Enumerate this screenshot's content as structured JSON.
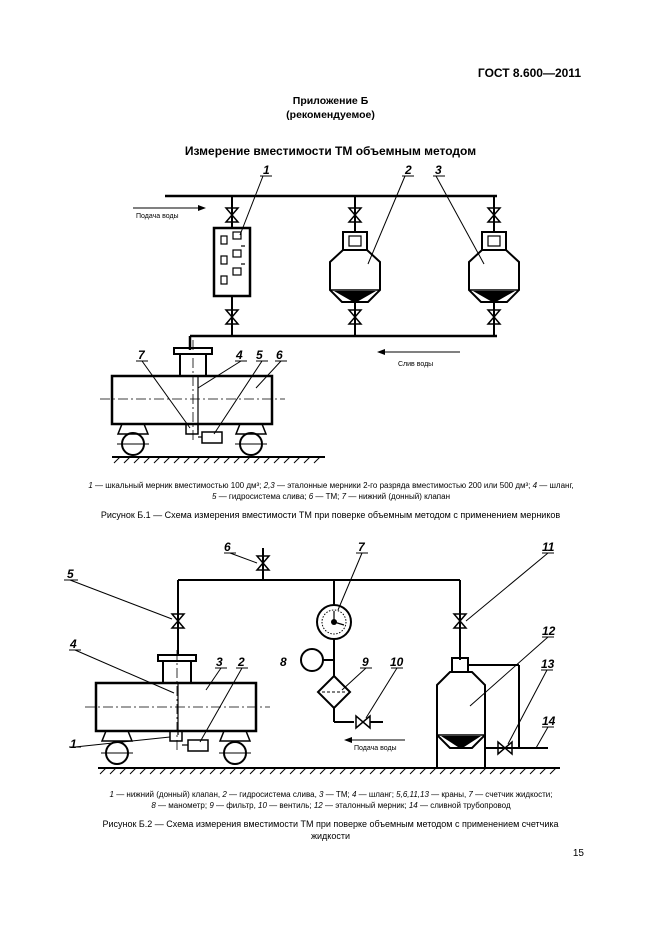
{
  "header": {
    "standard": "ГОСТ 8.600—2011"
  },
  "appendix": {
    "line1": "Приложение Б",
    "line2": "(рекомендуемое)"
  },
  "title": "Измерение вместимости ТМ объемным методом",
  "figure1": {
    "labels": [
      "1",
      "2",
      "3",
      "4",
      "5",
      "6",
      "7"
    ],
    "water_supply": "Подача воды",
    "water_drain": "Слив воды",
    "legend_line1": [
      {
        "n": "1",
        "t": " — шкальный мерник вместимостью 100 дм³; "
      },
      {
        "n": "2,3",
        "t": " — эталонные мерники 2-го разряда вместимостью 200 или 500 дм³; "
      },
      {
        "n": "4",
        "t": " — шланг,"
      }
    ],
    "legend_line2": [
      {
        "n": "5",
        "t": " — гидросистема слива; "
      },
      {
        "n": "6",
        "t": " — ТМ; "
      },
      {
        "n": "7",
        "t": " — нижний (донный) клапан"
      }
    ],
    "caption": "Рисунок Б.1 — Схема измерения вместимости ТМ при поверке объемным методом с применением мерников"
  },
  "figure2": {
    "labels": [
      "1",
      "2",
      "3",
      "4",
      "5",
      "6",
      "7",
      "8",
      "9",
      "10",
      "11",
      "12",
      "13",
      "14"
    ],
    "water_supply": "Подача воды",
    "legend_line1": [
      {
        "n": "1",
        "t": " — нижний (донный) клапан, "
      },
      {
        "n": "2",
        "t": " — гидросистема слива, "
      },
      {
        "n": "3",
        "t": " — ТМ; "
      },
      {
        "n": "4",
        "t": " — шланг; "
      },
      {
        "n": "5,6,11,13",
        "t": " — краны, "
      },
      {
        "n": "7",
        "t": " — счетчик жидкости;"
      }
    ],
    "legend_line2": [
      {
        "n": "8",
        "t": " — манометр; "
      },
      {
        "n": "9",
        "t": " — фильтр, "
      },
      {
        "n": "10",
        "t": " — вентиль; "
      },
      {
        "n": "12",
        "t": " — эталонный мерник; "
      },
      {
        "n": "14",
        "t": " — сливной трубопровод"
      }
    ],
    "caption_line1": "Рисунок Б.2 — Схема измерения вместимости ТМ при поверке объемным методом с применением счетчика",
    "caption_line2": "жидкости"
  },
  "page_number": "15"
}
